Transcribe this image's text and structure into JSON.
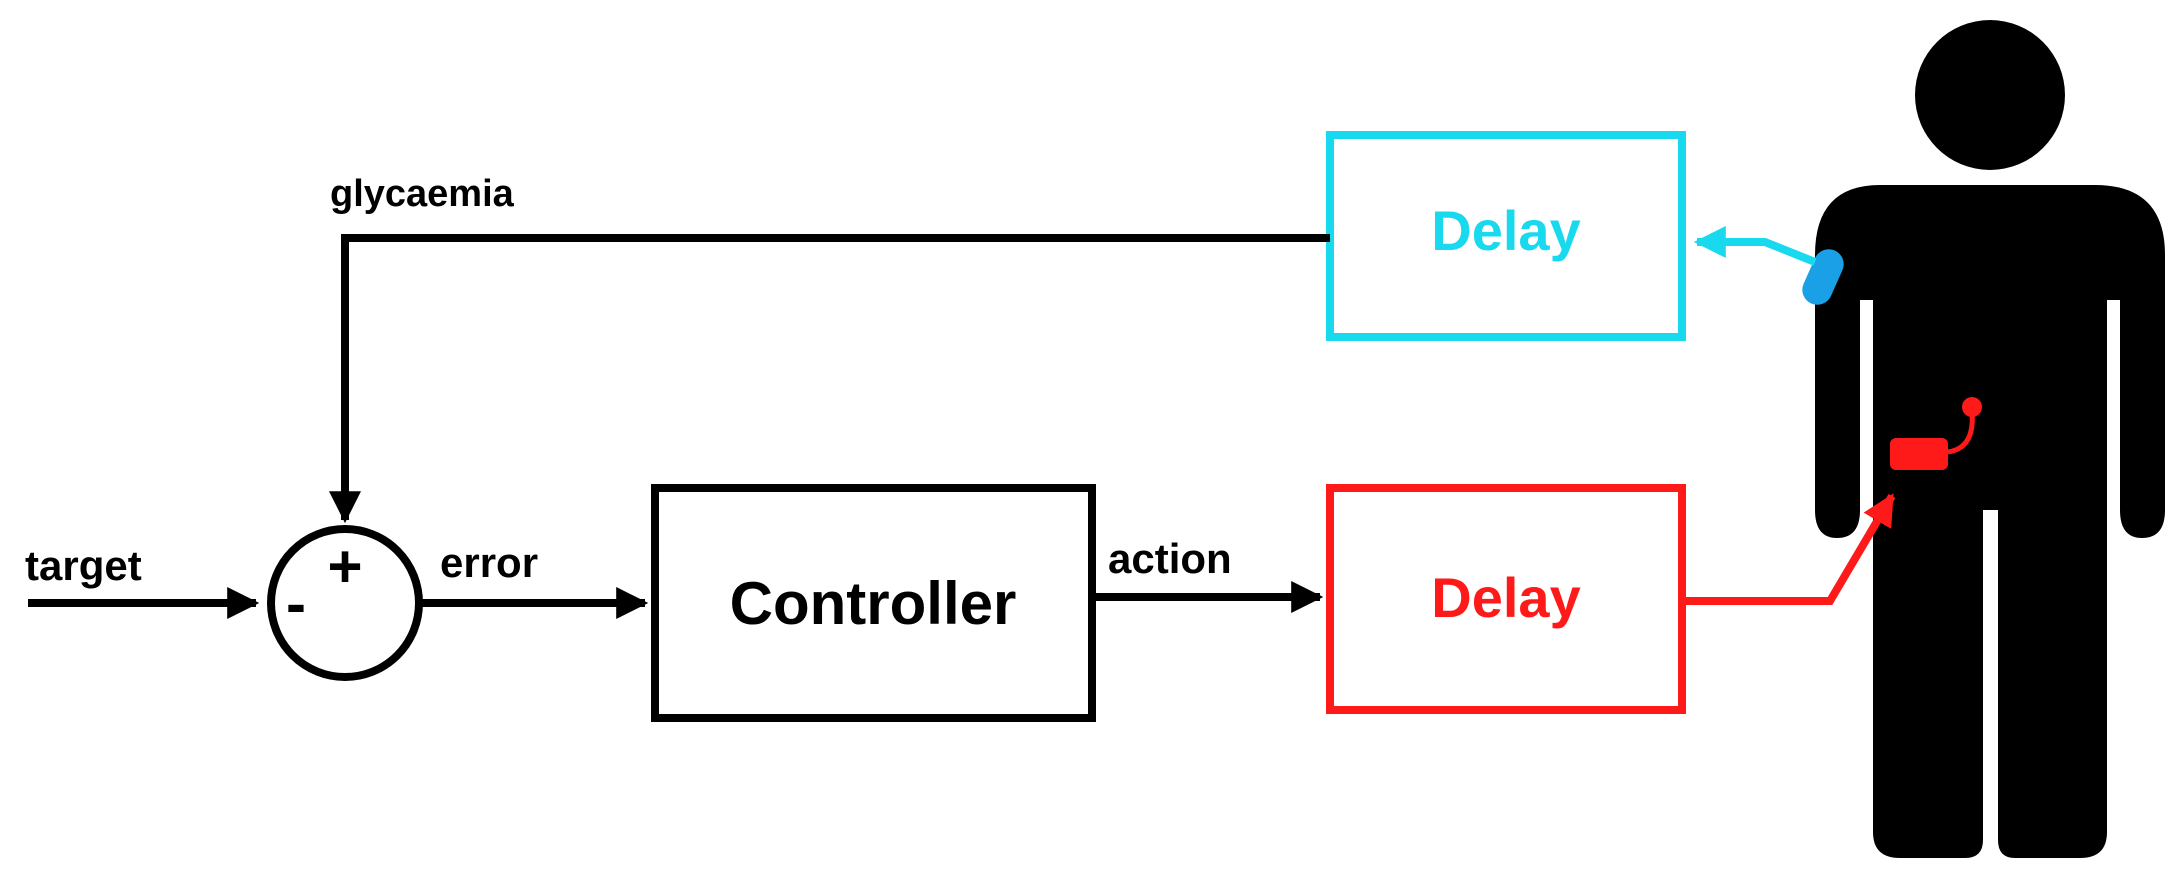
{
  "labels": {
    "target": "target",
    "error": "error",
    "action": "action",
    "glycaemia": "glycaemia"
  },
  "summing_junction": {
    "plus": "+",
    "minus": "-"
  },
  "blocks": {
    "controller": "Controller",
    "sensor_delay": "Delay",
    "actuator_delay": "Delay"
  },
  "colors": {
    "line": "#000000",
    "sensor": "#19d9ef",
    "sensor_device": "#1aa0e6",
    "actuator": "#ff1a1a"
  },
  "icons": {
    "patient": "person-silhouette-icon",
    "sensor": "glucose-sensor-icon",
    "pump": "insulin-pump-icon"
  }
}
